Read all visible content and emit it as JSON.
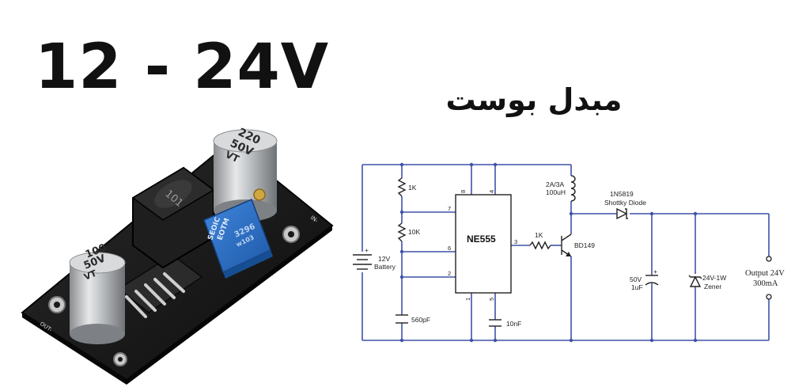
{
  "headline": "12 - 24V",
  "subtitle": "مبدل بوست",
  "board": {
    "cap_large_text": [
      "220",
      "50V",
      "VT"
    ],
    "cap_small_text": [
      "100",
      "50V",
      "VT"
    ],
    "inductor_text": "101",
    "trimmer_text": [
      "3296",
      "w103"
    ],
    "side_text": [
      "SEOIC",
      "EOTM"
    ],
    "silk_out": "OUT-",
    "silk_in": "IN-"
  },
  "schematic": {
    "ic_name": "NE555",
    "pins": [
      "8",
      "4",
      "7",
      "6",
      "2",
      "3",
      "1",
      "5"
    ],
    "r1": "1K",
    "r2": "10K",
    "r3": "1K",
    "c_timing": "560pF",
    "c_ctrl": "10nF",
    "battery": [
      "12V",
      "Battery"
    ],
    "inductor": [
      "2A/3A",
      "100uH"
    ],
    "diode": [
      "1N5819",
      "Shottky Diode"
    ],
    "transistor": "BD149",
    "cap_out": [
      "50V",
      "1uF"
    ],
    "zener": [
      "24V-1W",
      "Zener"
    ],
    "output": [
      "Output 24V",
      "300mA"
    ],
    "plus": "+"
  },
  "colors": {
    "wire": "#3f52a8",
    "component": "#222222",
    "pcb": "#1a1a1a",
    "trimmer": "#2d6fc4"
  }
}
